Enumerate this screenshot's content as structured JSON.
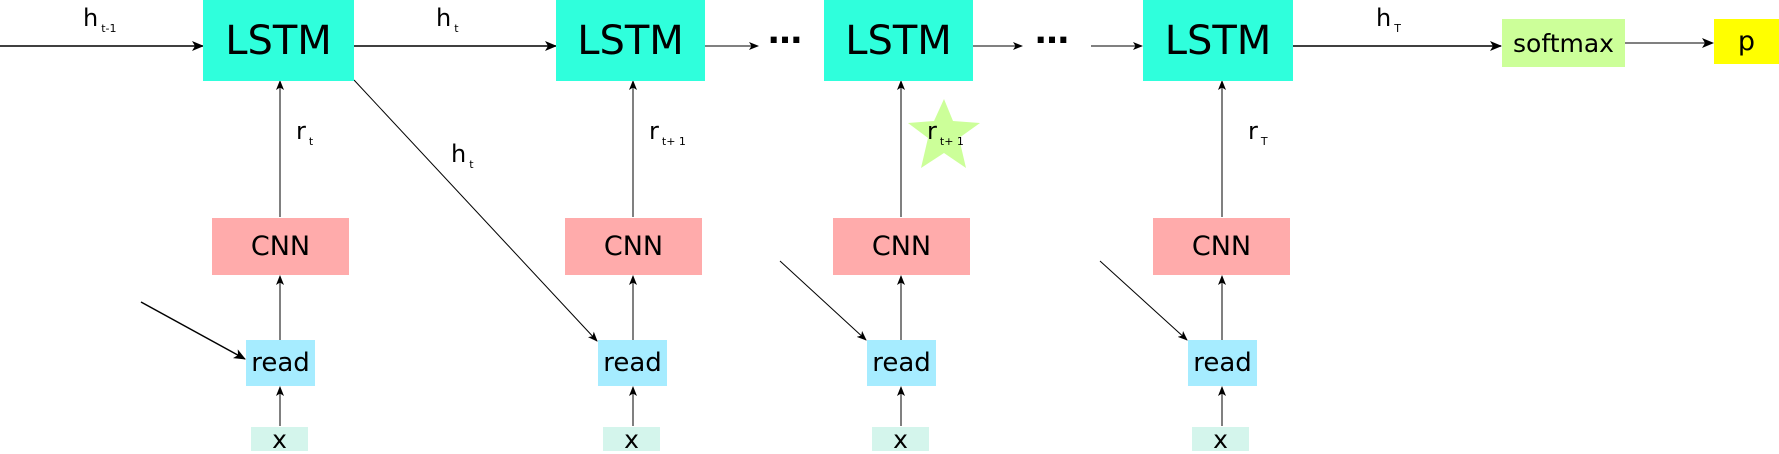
{
  "nodes": {
    "lstm": "LSTM",
    "cnn": "CNN",
    "read": "read",
    "x": "x",
    "softmax": "softmax",
    "p": "p",
    "ellipsis": "…"
  },
  "labels": {
    "h_prev": {
      "main": "h",
      "sub": "t-1"
    },
    "h_t_top": {
      "main": "h",
      "sub": "t"
    },
    "h_t_diag": {
      "main": "h",
      "sub": "t"
    },
    "h_T": {
      "main": "h",
      "sub": "T"
    },
    "r_t": {
      "main": "r",
      "sub": "t"
    },
    "r_t1_a": {
      "main": "r",
      "sub": "t+ 1"
    },
    "r_t1_b": {
      "main": "r",
      "sub": "t+ 1"
    },
    "r_T": {
      "main": "r",
      "sub": "T"
    }
  },
  "colors": {
    "lstm": "#2fffdc",
    "cnn": "#ffabab",
    "read": "#a6ecff",
    "x": "#d4f5ec",
    "softmax": "#ccff99",
    "p": "#ffff00",
    "star": "#ccff99"
  }
}
